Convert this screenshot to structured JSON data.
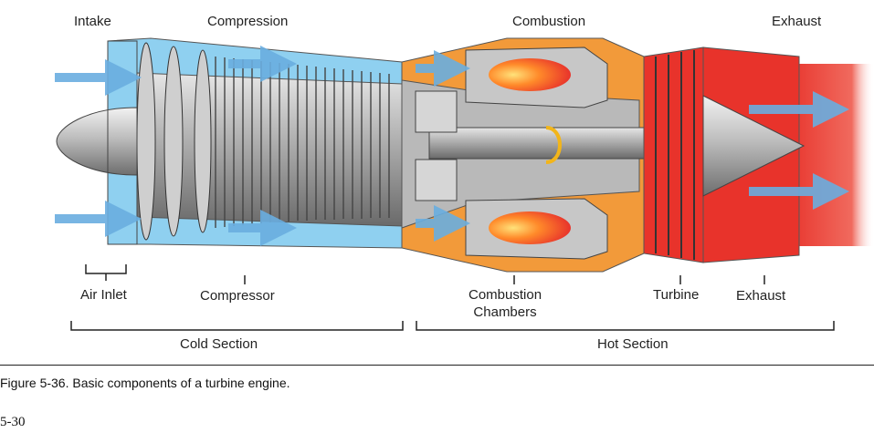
{
  "stages": {
    "intake": "Intake",
    "compression": "Compression",
    "combustion": "Combustion",
    "exhaust": "Exhaust"
  },
  "components": {
    "air_inlet": "Air Inlet",
    "compressor": "Compressor",
    "combustion_chambers_line1": "Combustion",
    "combustion_chambers_line2": "Chambers",
    "turbine": "Turbine",
    "exhaust": "Exhaust"
  },
  "sections": {
    "cold": "Cold Section",
    "hot": "Hot Section"
  },
  "caption": "Figure 5-36. Basic components of a turbine engine.",
  "page_number": "5-30",
  "colors": {
    "cold_blue": "#8fd0f0",
    "arrow_blue": "#6aaee0",
    "hot_red": "#e8332b",
    "burner_orange": "#f29a3a",
    "metal_gray": "#9a9a9a"
  }
}
